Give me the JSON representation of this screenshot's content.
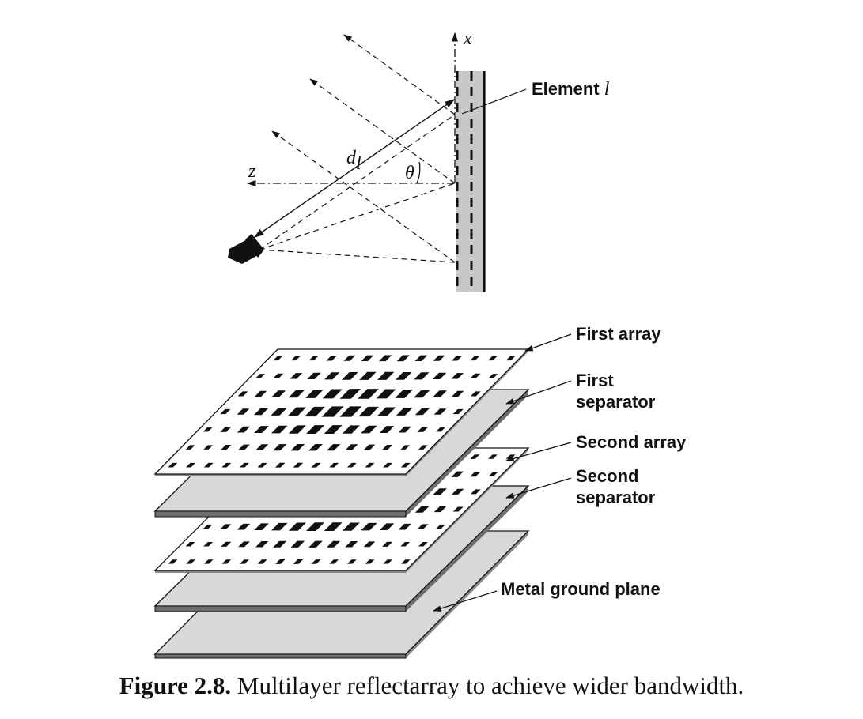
{
  "figure": {
    "axes": {
      "x": "x",
      "z": "z"
    },
    "angle_label": "θ",
    "distance_label": {
      "main": "d",
      "sub": "l"
    },
    "element_label": {
      "prefix": "Element ",
      "var": "l"
    },
    "layer_labels": {
      "first_array": "First array",
      "first_separator": [
        "First",
        "separator"
      ],
      "second_array": "Second array",
      "second_separator": [
        "Second",
        "separator"
      ],
      "ground_plane": "Metal ground plane"
    },
    "caption": {
      "number": "Figure 2.8.",
      "text": "Multilayer reflectarray to achieve wider bandwidth."
    }
  },
  "colors": {
    "ink": "#111111",
    "substrate": "#c8c8c8",
    "separator_face": "#d8d8d8",
    "separator_edge": "#6e6e6e",
    "patch": "#111111"
  }
}
